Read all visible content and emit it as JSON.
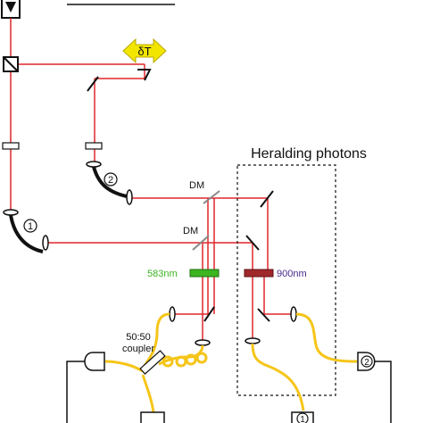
{
  "labels": {
    "delay": "δT",
    "heralding": "Heralding photons",
    "dm1": "DM",
    "dm2": "DM",
    "filter_green": "583nm",
    "filter_red": "900nm",
    "coupler_line1": "50:50",
    "coupler_line2": "coupler",
    "fiber1": "1",
    "fiber2": "2",
    "det1": "1",
    "det2": "2"
  },
  "colors": {
    "beam": "#e0262a",
    "fiber": "#f5c518",
    "fiber_dark": "#111111",
    "green": "#3cb521",
    "dark_red": "#a0282a",
    "purple": "#4b2a8c",
    "arrow": "#f2e600"
  }
}
